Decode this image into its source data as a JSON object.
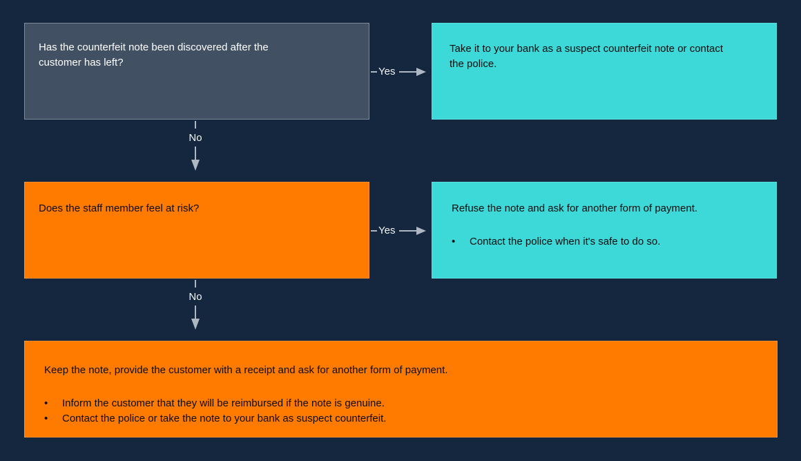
{
  "colors": {
    "background": "#14273E",
    "question_box": "#425063",
    "question_border": "#7E8C9C",
    "teal_box": "#3DD8D8",
    "orange_box": "#FF7B00",
    "arrow": "#AEB7C2",
    "label_text": "#F2F4F6",
    "dark_text": "#0B0B0B",
    "light_text": "#FFFFFF"
  },
  "flowchart": {
    "bullet_char": "•",
    "q1": {
      "text": "Has the counterfeit note been discovered after the customer has left?"
    },
    "a1": {
      "text": "Take it to your bank as a suspect counterfeit note or contact the police."
    },
    "q2": {
      "text": "Does the staff member feel at risk?"
    },
    "a2": {
      "text": "Refuse the note and ask for another form of payment.",
      "bullets": [
        "Contact the police when it's safe to do so."
      ]
    },
    "final": {
      "text": "Keep the note, provide the customer with a receipt and ask for another form of payment.",
      "bullets": [
        "Inform the customer that they will be reimbursed if the note is genuine.",
        "Contact the police or take the note to your bank as suspect counterfeit."
      ]
    },
    "connectors": {
      "yes1": "Yes",
      "no1": "No",
      "yes2": "Yes",
      "no2": "No"
    }
  }
}
